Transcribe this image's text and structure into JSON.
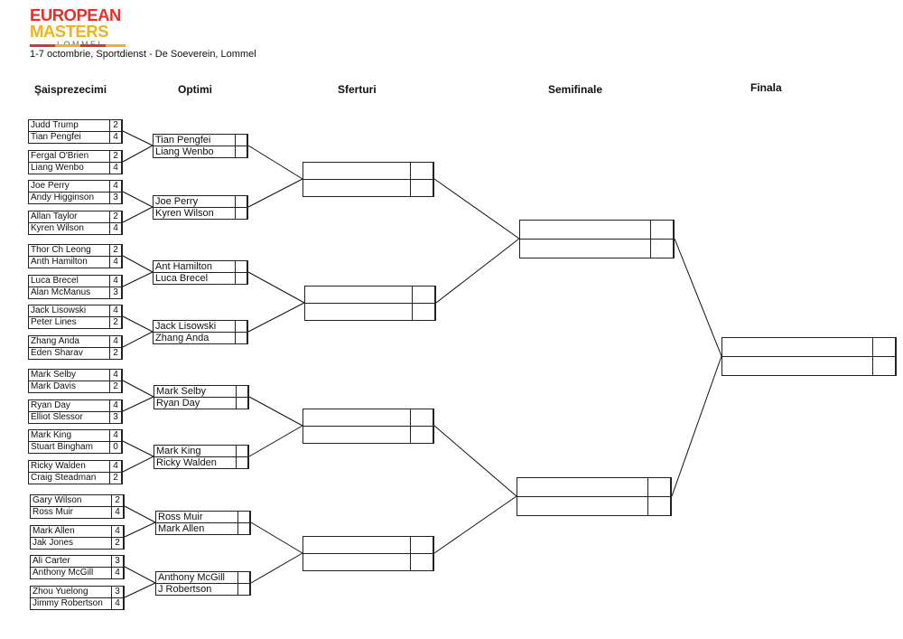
{
  "event": {
    "logo_line1": "EUROPEAN",
    "logo_line2": "MASTERS",
    "logo_line3": "LOMMEL",
    "subtitle": "1-7 octombrie, Sportdienst - De Soeverein, Lommel"
  },
  "rounds": [
    {
      "name": "Şaisprezecimi"
    },
    {
      "name": "Optimi"
    },
    {
      "name": "Sferturi"
    },
    {
      "name": "Semifinale"
    },
    {
      "name": "Finala"
    }
  ],
  "last32": [
    {
      "p1": "Judd Trump",
      "s1": "2",
      "p2": "Tian Pengfei",
      "s2": "4"
    },
    {
      "p1": "Fergal O'Brien",
      "s1": "2",
      "p2": "Liang Wenbo",
      "s2": "4"
    },
    {
      "p1": "Joe Perry",
      "s1": "4",
      "p2": "Andy Higginson",
      "s2": "3"
    },
    {
      "p1": "Allan Taylor",
      "s1": "2",
      "p2": "Kyren Wilson",
      "s2": "4"
    },
    {
      "p1": "Thor Ch Leong",
      "s1": "2",
      "p2": "Anth Hamilton",
      "s2": "4"
    },
    {
      "p1": "Luca Brecel",
      "s1": "4",
      "p2": "Alan McManus",
      "s2": "3"
    },
    {
      "p1": "Jack Lisowski",
      "s1": "4",
      "p2": "Peter Lines",
      "s2": "2"
    },
    {
      "p1": "Zhang Anda",
      "s1": "4",
      "p2": "Eden Sharav",
      "s2": "2"
    },
    {
      "p1": "Mark Selby",
      "s1": "4",
      "p2": "Mark Davis",
      "s2": "2"
    },
    {
      "p1": "Ryan Day",
      "s1": "4",
      "p2": "Elliot Slessor",
      "s2": "3"
    },
    {
      "p1": "Mark King",
      "s1": "4",
      "p2": "Stuart Bingham",
      "s2": "0"
    },
    {
      "p1": "Ricky Walden",
      "s1": "4",
      "p2": "Craig Steadman",
      "s2": "2"
    },
    {
      "p1": "Gary Wilson",
      "s1": "2",
      "p2": "Ross Muir",
      "s2": "4"
    },
    {
      "p1": "Mark Allen",
      "s1": "4",
      "p2": "Jak Jones",
      "s2": "2"
    },
    {
      "p1": "Ali Carter",
      "s1": "3",
      "p2": "Anthony McGill",
      "s2": "4"
    },
    {
      "p1": "Zhou Yuelong",
      "s1": "3",
      "p2": "Jimmy Robertson",
      "s2": "4"
    }
  ],
  "last16": [
    {
      "p1": "Tian Pengfei",
      "s1": "",
      "p2": "Liang Wenbo",
      "s2": ""
    },
    {
      "p1": "Joe Perry",
      "s1": "",
      "p2": "Kyren Wilson",
      "s2": ""
    },
    {
      "p1": "Ant Hamilton",
      "s1": "",
      "p2": "Luca Brecel",
      "s2": ""
    },
    {
      "p1": "Jack Lisowski",
      "s1": "",
      "p2": "Zhang Anda",
      "s2": ""
    },
    {
      "p1": "Mark Selby",
      "s1": "",
      "p2": "Ryan Day",
      "s2": ""
    },
    {
      "p1": "Mark King",
      "s1": "",
      "p2": "Ricky Walden",
      "s2": ""
    },
    {
      "p1": "Ross Muir",
      "s1": "",
      "p2": "Mark Allen",
      "s2": ""
    },
    {
      "p1": "Anthony McGill",
      "s1": "",
      "p2": "J Robertson",
      "s2": ""
    }
  ],
  "quarterfinals": [
    {
      "p1": "",
      "s1": "",
      "p2": "",
      "s2": ""
    },
    {
      "p1": "",
      "s1": "",
      "p2": "",
      "s2": ""
    },
    {
      "p1": "",
      "s1": "",
      "p2": "",
      "s2": ""
    },
    {
      "p1": "",
      "s1": "",
      "p2": "",
      "s2": ""
    }
  ],
  "semifinals": [
    {
      "p1": "",
      "s1": "",
      "p2": "",
      "s2": ""
    },
    {
      "p1": "",
      "s1": "",
      "p2": "",
      "s2": ""
    }
  ],
  "final": [
    {
      "p1": "",
      "s1": "",
      "p2": "",
      "s2": ""
    }
  ]
}
